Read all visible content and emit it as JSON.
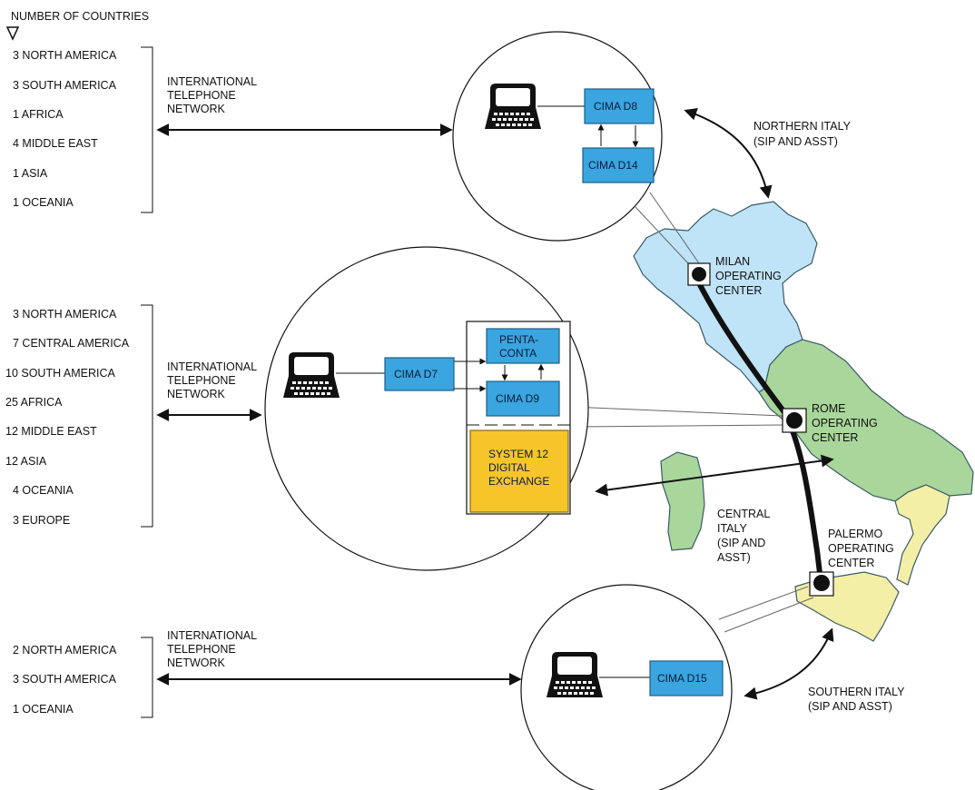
{
  "legend_header": "NUMBER OF COUNTRIES",
  "groups": [
    {
      "rows": [
        "3 NORTH AMERICA",
        "3 SOUTH AMERICA",
        "1 AFRICA",
        "4 MIDDLE EAST",
        "1 ASIA",
        "1 OCEANIA"
      ],
      "network_label": [
        "INTERNATIONAL",
        "TELEPHONE",
        "NETWORK"
      ],
      "boxes": [
        "CIMA D8",
        "CIMA D14"
      ],
      "region": [
        "NORTHERN ITALY",
        "(SIP AND ASST)"
      ]
    },
    {
      "rows": [
        "3 NORTH AMERICA",
        "7 CENTRAL AMERICA",
        "10 SOUTH AMERICA",
        "25 AFRICA",
        "12 MIDDLE EAST",
        "12 ASIA",
        "4 OCEANIA",
        "3 EUROPE"
      ],
      "network_label": [
        "INTERNATIONAL",
        "TELEPHONE",
        "NETWORK"
      ],
      "boxes": [
        "CIMA D7",
        "PENTA-",
        "CONTA",
        "CIMA D9"
      ],
      "exchange": [
        "SYSTEM 12",
        "DIGITAL",
        "EXCHANGE"
      ],
      "region": [
        "CENTRAL",
        "ITALY",
        "(SIP AND",
        "ASST)"
      ]
    },
    {
      "rows": [
        "2 NORTH AMERICA",
        "3 SOUTH AMERICA",
        "1 OCEANIA"
      ],
      "network_label": [
        "INTERNATIONAL",
        "TELEPHONE",
        "NETWORK"
      ],
      "boxes": [
        "CIMA D15"
      ],
      "region": [
        "SOUTHERN ITALY",
        "(SIP AND ASST)"
      ]
    }
  ],
  "centers": {
    "milan": [
      "MILAN",
      "OPERATING",
      "CENTER"
    ],
    "rome": [
      "ROME",
      "OPERATING",
      "CENTER"
    ],
    "palermo": [
      "PALERMO",
      "OPERATING",
      "CENTER"
    ]
  },
  "colors": {
    "box_blue": "#3aa5de",
    "exchange_yellow": "#f5c52a",
    "north_region": "#bfe3f7",
    "central_region": "#a9d69a",
    "south_region": "#f3efa6"
  }
}
